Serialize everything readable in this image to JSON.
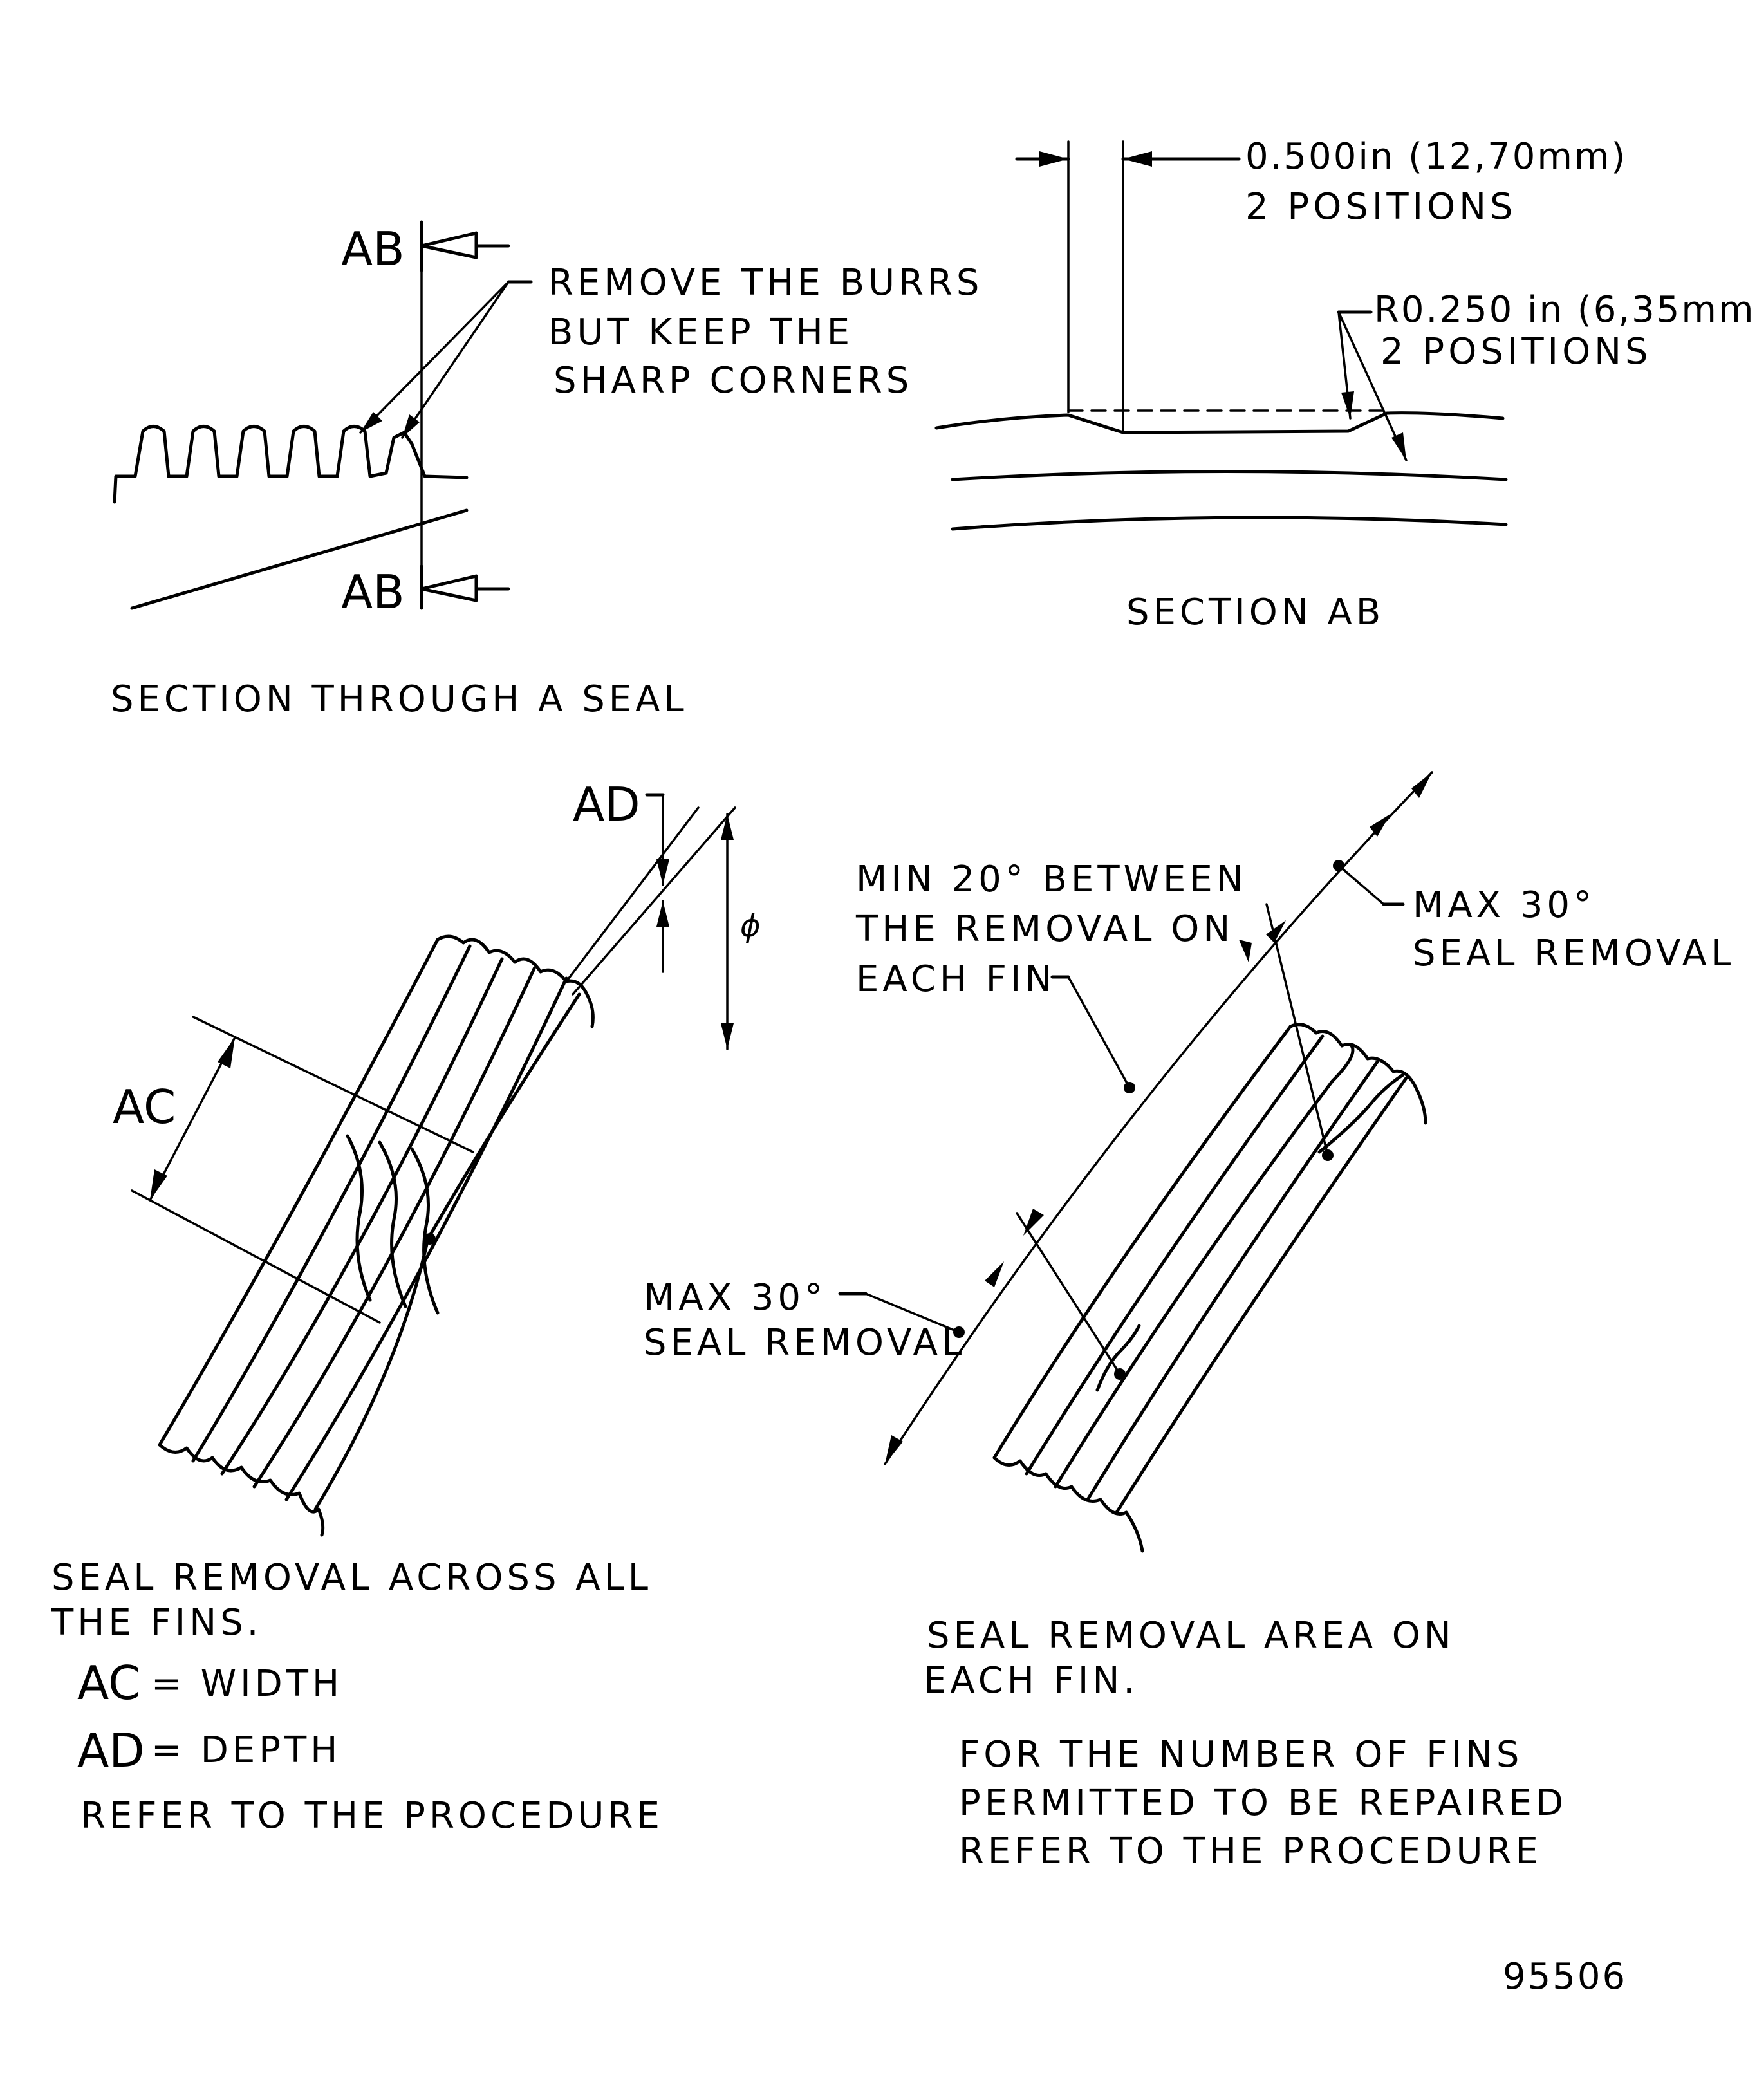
{
  "section_seal": {
    "label_ab_top": "AB",
    "label_ab_bottom": "AB",
    "note_line1": "REMOVE THE BURRS",
    "note_line2": "BUT  KEEP  THE",
    "note_line3": "SHARP  CORNERS",
    "caption": "SECTION THROUGH A SEAL"
  },
  "section_ab": {
    "dim_width": "0.500in (12,70mm)",
    "dim_width_positions": "2 POSITIONS",
    "dim_radius": "R0.250 in (6,35mm)",
    "dim_radius_positions": "2 POSITIONS",
    "caption": "SECTION AB"
  },
  "view_across": {
    "label_ad": "AD",
    "label_phi": "ϕ",
    "label_ac": "AC",
    "caption_line1": "SEAL  REMOVAL ACROSS ALL",
    "caption_line2": "THE   FINS.",
    "legend_ac_key": "AC",
    "legend_ac_value": "= WIDTH",
    "legend_ad_key": "AD",
    "legend_ad_value": "= DEPTH",
    "refer": "REFER  TO  THE  PROCEDURE"
  },
  "view_each": {
    "min_line1": "MIN 20° BETWEEN",
    "min_line2": "THE  REMOVAL ON",
    "min_line3": "EACH  FIN",
    "max_top_line1": "MAX  30°",
    "max_top_line2": "SEAL  REMOVAL",
    "max_bottom_line1": "MAX  30°",
    "max_bottom_line2": "SEAL REMOVAL",
    "caption_line1": "SEAL   REMOVAL  AREA  ON",
    "caption_line2": "EACH   FIN.",
    "note_line1": "FOR  THE   NUMBER  OF   FINS",
    "note_line2": "PERMITTED  TO  BE  REPAIRED",
    "note_line3": "REFER  TO   THE   PROCEDURE"
  },
  "figure_number": "95506"
}
